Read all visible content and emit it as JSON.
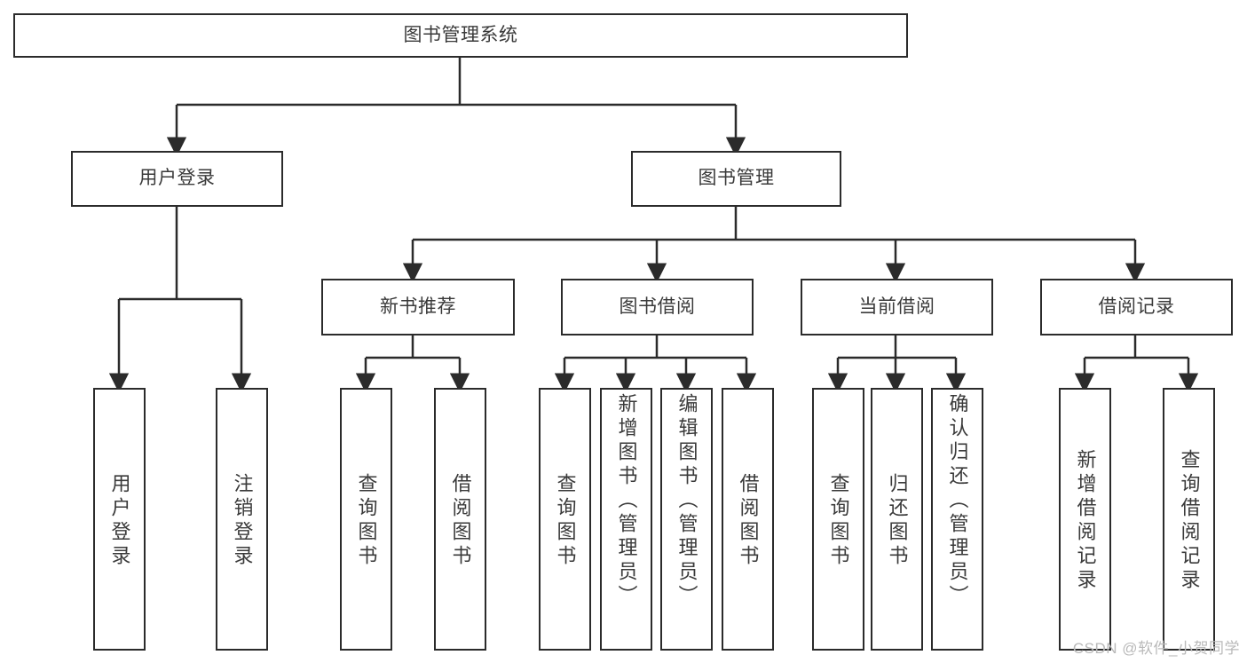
{
  "diagram": {
    "title": "图书管理系统",
    "watermark": "CSDN @软件_小贺同学",
    "colors": {
      "box_border": "#2b2b2b",
      "box_fill": "#ffffff",
      "connector": "#2b2b2b",
      "text": "#3a3a3a",
      "watermark": "#b9b9b9",
      "background": "#ffffff"
    },
    "nodes": {
      "root": {
        "label": "图书管理系统"
      },
      "level2": [
        {
          "label": "用户登录"
        },
        {
          "label": "图书管理"
        }
      ],
      "level3": [
        {
          "label": "新书推荐"
        },
        {
          "label": "图书借阅"
        },
        {
          "label": "当前借阅"
        },
        {
          "label": "借阅记录"
        }
      ],
      "leaves": {
        "user_login": [
          {
            "label": "用户登录"
          },
          {
            "label": "注销登录"
          }
        ],
        "new_book_recommend": [
          {
            "label": "查询图书"
          },
          {
            "label": "借阅图书"
          }
        ],
        "book_borrow": [
          {
            "label": "查询图书"
          },
          {
            "label": "新增图书（管理员）"
          },
          {
            "label": "编辑图书（管理员）"
          },
          {
            "label": "借阅图书"
          }
        ],
        "current_borrow": [
          {
            "label": "查询图书"
          },
          {
            "label": "归还图书"
          },
          {
            "label": "确认归还（管理员）"
          }
        ],
        "borrow_record": [
          {
            "label": "新增借阅记录"
          },
          {
            "label": "查询借阅记录"
          }
        ]
      }
    }
  }
}
